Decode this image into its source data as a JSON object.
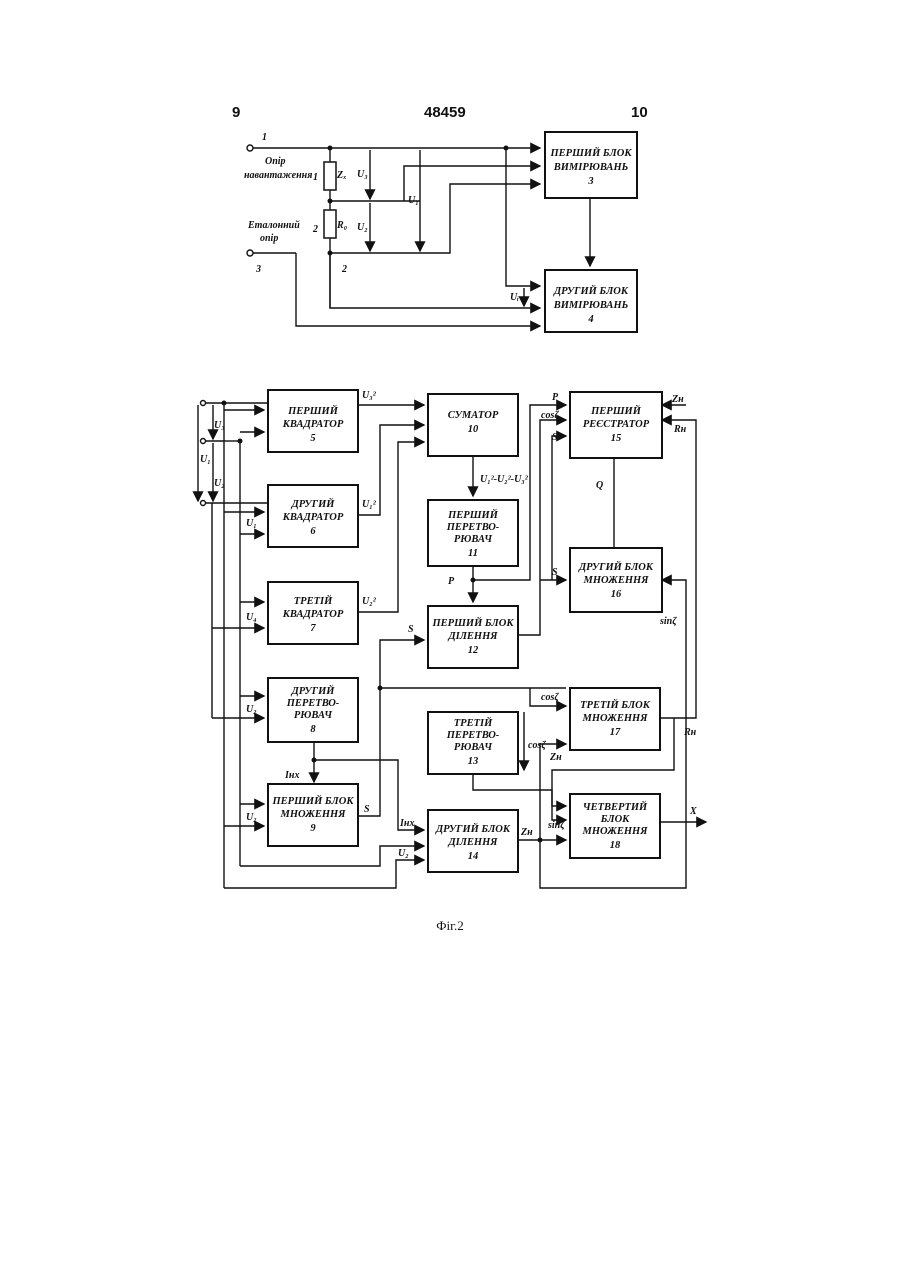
{
  "header": {
    "left_page": "9",
    "patent_no": "48459",
    "right_page": "10"
  },
  "fig1": {
    "terminals": [
      "1",
      "2",
      "3"
    ],
    "resistor_labels": {
      "zx": "Zₓ",
      "r0": "R₀",
      "n1": "1",
      "n2": "2"
    },
    "left_labels": {
      "measured": [
        "Опір",
        "навантаження"
      ],
      "reference": [
        "Еталонний",
        "опір"
      ]
    },
    "voltages": {
      "u3": "U₃",
      "u2": "U₂",
      "u1": "U₁",
      "ui": "Uᵢ"
    },
    "blocks": {
      "b3": [
        "ПЕРШИЙ БЛОК",
        "ВИМІРЮВАНЬ",
        "3"
      ],
      "b4": [
        "ДРУГИЙ БЛОК",
        "ВИМІРЮВАНЬ",
        "4"
      ]
    }
  },
  "fig2": {
    "blocks": {
      "b5": [
        "ПЕРШИЙ",
        "КВАДРАТОР",
        "5"
      ],
      "b6": [
        "ДРУГИЙ",
        "КВАДРАТОР",
        "6"
      ],
      "b7": [
        "ТРЕТІЙ",
        "КВАДРАТОР",
        "7"
      ],
      "b8": [
        "ДРУГИЙ",
        "ПЕРЕТВО-",
        "РЮВАЧ",
        "8"
      ],
      "b9": [
        "ПЕРШИЙ БЛОК",
        "МНОЖЕННЯ",
        "9"
      ],
      "b10": [
        "СУМАТОР",
        "10"
      ],
      "b11": [
        "ПЕРШИЙ",
        "ПЕРЕТВО-",
        "РЮВАЧ",
        "11"
      ],
      "b12": [
        "ПЕРШИЙ БЛОК",
        "ДІЛЕННЯ",
        "12"
      ],
      "b13": [
        "ТРЕТІЙ",
        "ПЕРЕТВО-",
        "РЮВАЧ",
        "13"
      ],
      "b14": [
        "ДРУГИЙ БЛОК",
        "ДІЛЕННЯ",
        "14"
      ],
      "b15": [
        "ПЕРШИЙ",
        "РЕЄСТРАТОР",
        "15"
      ],
      "b16": [
        "ДРУГИЙ БЛОК",
        "МНОЖЕННЯ",
        "16"
      ],
      "b17": [
        "ТРЕТІЙ БЛОК",
        "МНОЖЕННЯ",
        "17"
      ],
      "b18": [
        "ЧЕТВЕРТИЙ",
        "БЛОК",
        "МНОЖЕННЯ",
        "18"
      ]
    },
    "signals": {
      "u3sq": "U₃²",
      "u1sq": "U₁²",
      "u2sq": "U₂²",
      "sum": "U₁²-U₂²-U₃²",
      "p": "P",
      "s": "S",
      "q": "Q",
      "x": "X",
      "cos": "cosζ",
      "sin": "sinζ",
      "zn": "Zн",
      "rn": "Rн",
      "ix": "Iнх",
      "u1": "U₁",
      "u2": "U₂",
      "u3": "U₃",
      "u4": "U₄",
      "ui": "Uᵢ"
    },
    "caption": "Фіг.2"
  }
}
